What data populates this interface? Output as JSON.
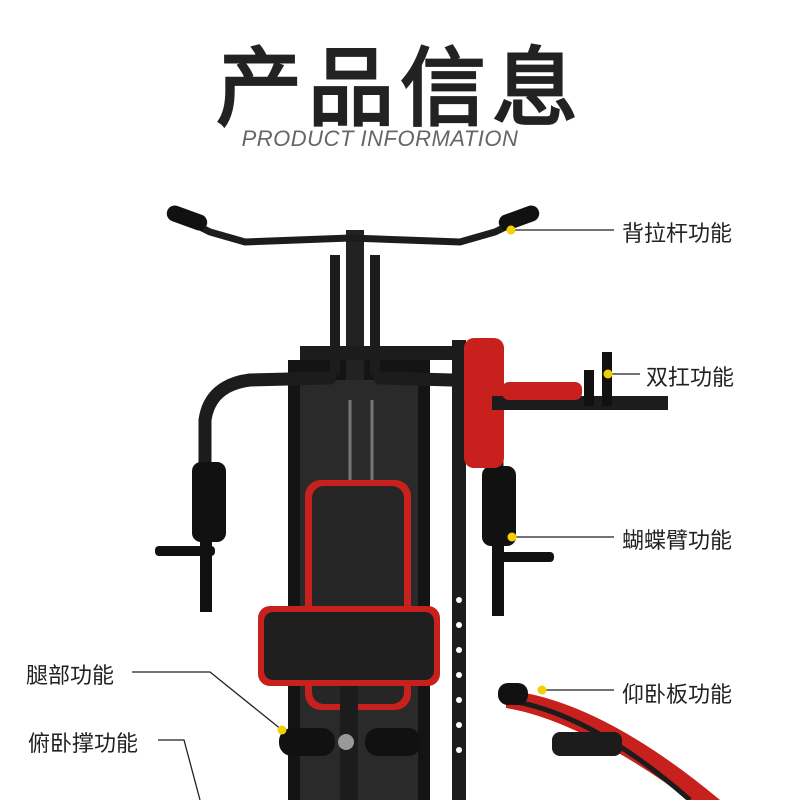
{
  "header": {
    "title": "产品信息",
    "subtitle": "PRODUCT INFORMATION"
  },
  "callouts": {
    "lat_pulldown": "背拉杆功能",
    "dip_bars": "双扛功能",
    "butterfly": "蝴蝶臂功能",
    "leg": "腿部功能",
    "pushup": "俯卧撑功能",
    "situp": "仰卧板功能"
  },
  "colors": {
    "accent_red": "#c8201c",
    "frame_black": "#1c1c1c",
    "marker_yellow": "#f5d000"
  }
}
